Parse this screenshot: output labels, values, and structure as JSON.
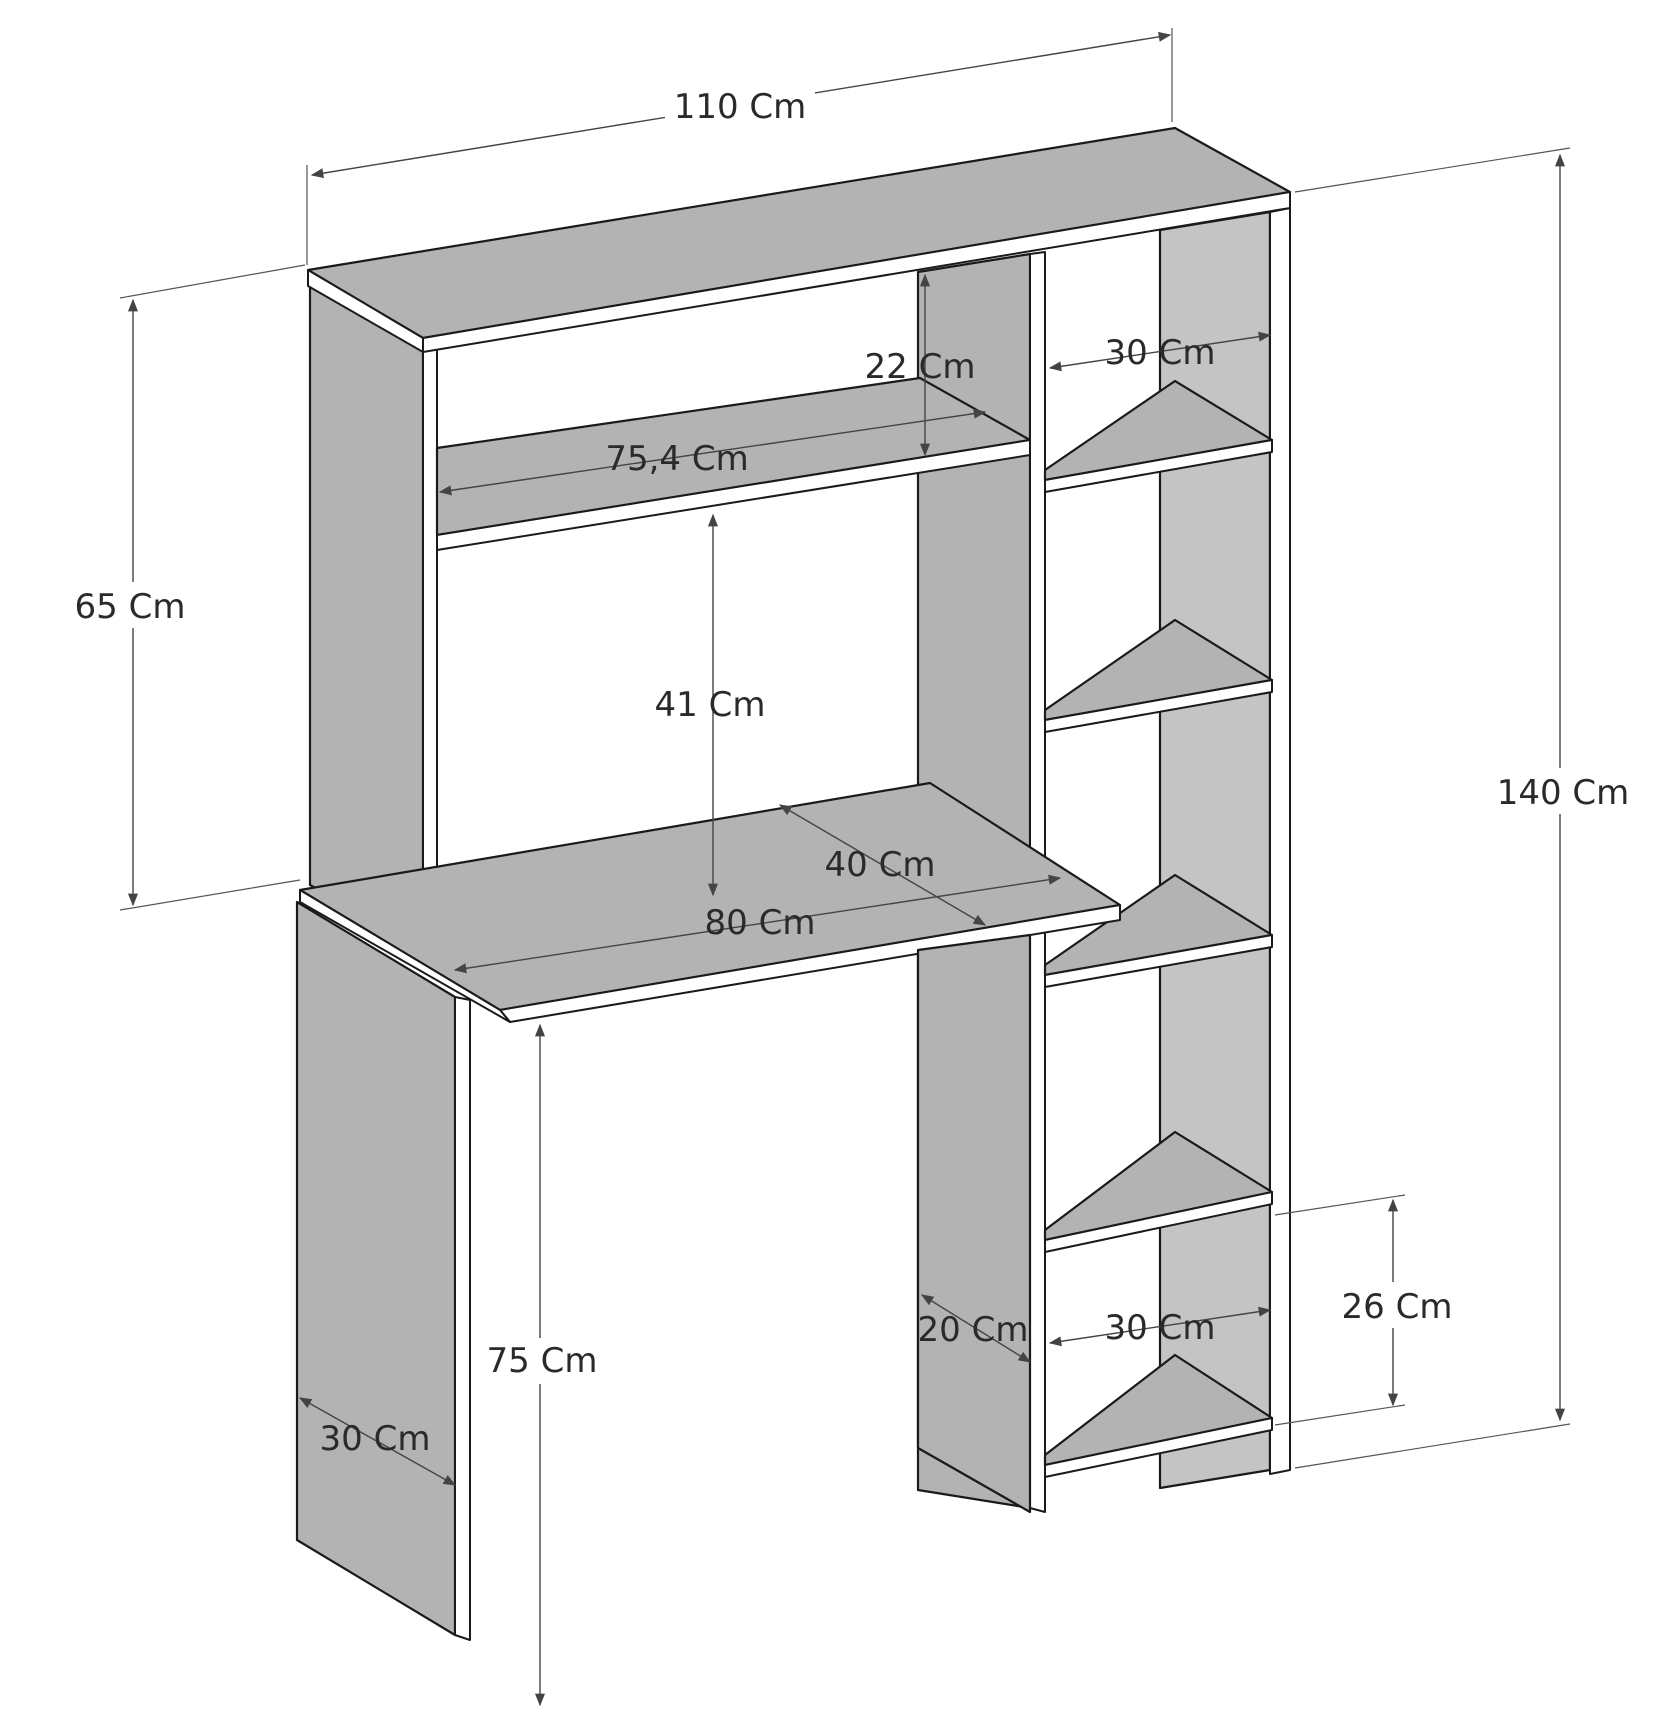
{
  "dimensions": {
    "overall_width": "110 Cm",
    "overall_height": "140 Cm",
    "hutch_height": "65 Cm",
    "upper_shelf_gap": "22 Cm",
    "upper_shelf_width": "75,4 Cm",
    "hutch_inner_height": "41 Cm",
    "desk_depth": "40 Cm",
    "desk_width": "80 Cm",
    "desk_height": "75 Cm",
    "leg_depth": "30 Cm",
    "column_width_top": "30 Cm",
    "column_width_bottom": "30 Cm",
    "column_depth": "20 Cm",
    "bottom_shelf_gap": "26 Cm"
  }
}
